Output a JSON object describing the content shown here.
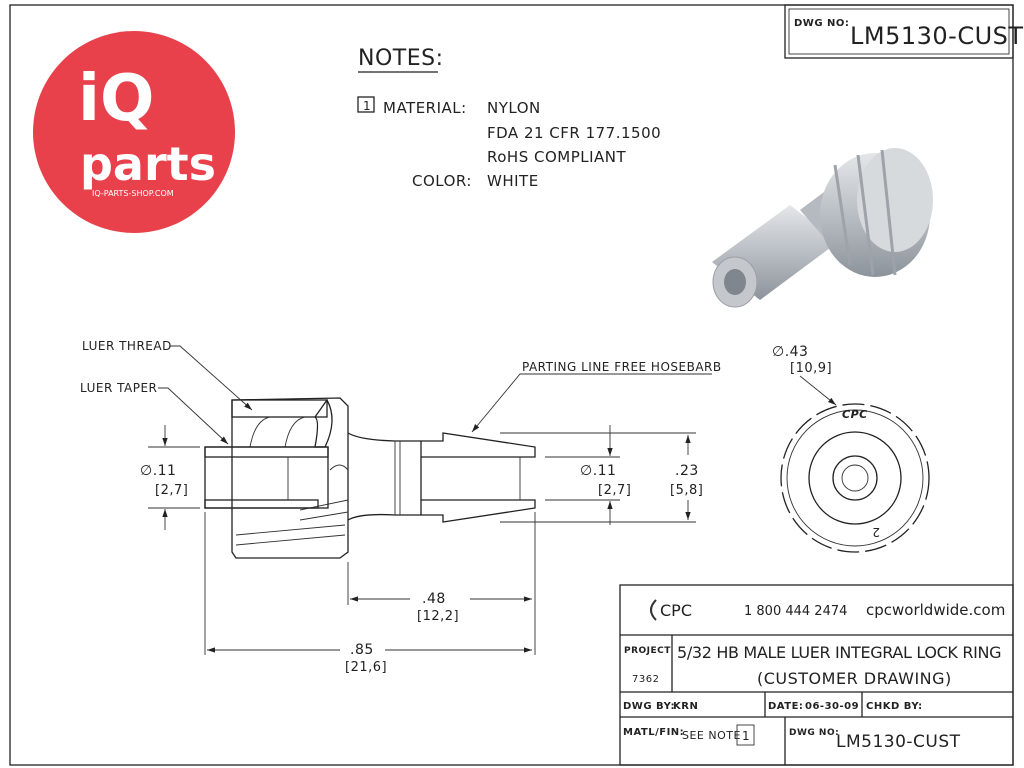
{
  "logo": {
    "brand_top": "iQ",
    "brand_bottom": "parts",
    "url": "IQ-PARTS-SHOP.COM",
    "color": "#e8414b"
  },
  "header": {
    "dwg_no_label": "DWG NO:",
    "dwg_no": "LM5130-CUST"
  },
  "notes": {
    "title": "NOTES:",
    "note_number": "1",
    "material_label": "MATERIAL:",
    "material_lines": [
      "NYLON",
      "FDA 21 CFR 177.1500",
      "RoHS COMPLIANT"
    ],
    "color_label": "COLOR:",
    "color_value": "WHITE"
  },
  "callouts": {
    "luer_thread": "LUER THREAD",
    "luer_taper": "LUER TAPER",
    "hosebarb": "PARTING LINE FREE HOSEBARB"
  },
  "dimensions": {
    "left_dia": {
      "inch": "∅.11",
      "mm": "[2,7]"
    },
    "right_dia": {
      "inch": "∅.11",
      "mm": "[2,7]"
    },
    "barb_od": {
      "inch": ".23",
      "mm": "[5,8]"
    },
    "length_barb": {
      "inch": ".48",
      "mm": "[12,2]"
    },
    "length_total": {
      "inch": ".85",
      "mm": "[21,6]"
    },
    "end_dia": {
      "inch": "∅.43",
      "mm": "[10,9]"
    }
  },
  "end_view": {
    "mark": "CPC",
    "cavity": "2"
  },
  "title_block": {
    "company": "CPC",
    "phone": "1 800 444 2474",
    "website": "cpcworldwide.com",
    "project_label": "PROJECT",
    "project_no": "7362",
    "title_line1": "5/32 HB MALE LUER INTEGRAL LOCK RING",
    "title_line2": "(CUSTOMER DRAWING)",
    "dwg_by_label": "DWG BY:",
    "dwg_by": "KRN",
    "date_label": "DATE:",
    "date": "06-30-09",
    "chkd_by_label": "CHKD BY:",
    "matl_label": "MATL/FIN:",
    "matl_value": "SEE NOTE",
    "matl_note": "1",
    "dwg_no_label": "DWG NO:",
    "dwg_no": "LM5130-CUST"
  }
}
